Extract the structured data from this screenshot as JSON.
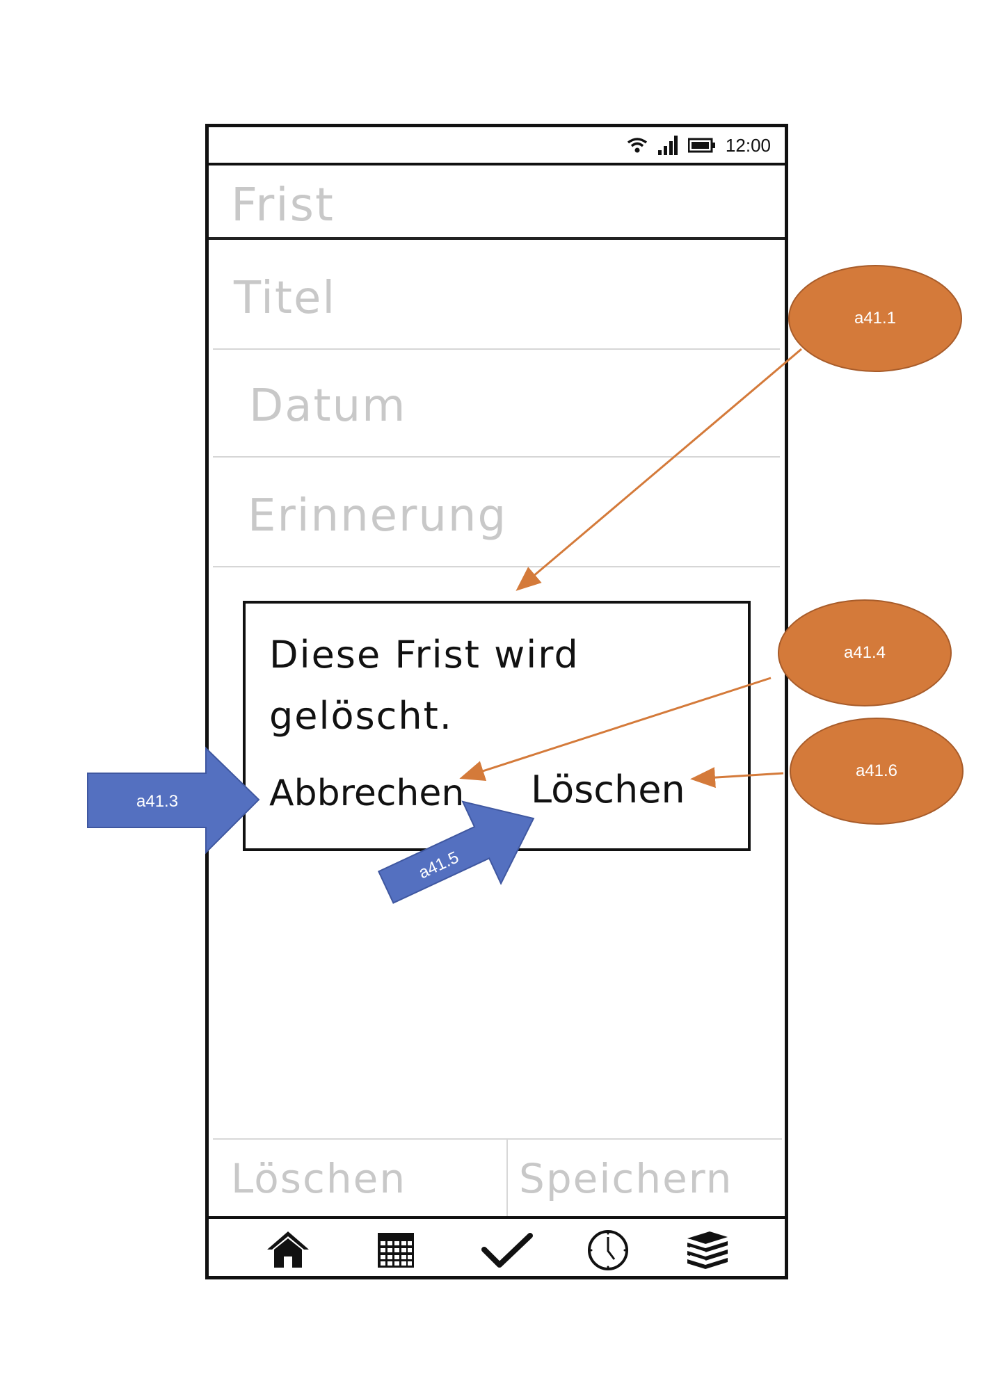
{
  "status_bar": {
    "time": "12:00",
    "icons": [
      "wifi-icon",
      "signal-icon",
      "battery-icon"
    ]
  },
  "app": {
    "title": "Frist"
  },
  "form": {
    "fields": [
      {
        "placeholder": "Titel"
      },
      {
        "placeholder": "Datum"
      },
      {
        "placeholder": "Erinnerung"
      }
    ]
  },
  "dialog": {
    "message": "Diese Frist wird gelöscht.",
    "cancel_label": "Abbrechen",
    "confirm_label": "Löschen"
  },
  "action_bar": {
    "delete_label": "Löschen",
    "save_label": "Speichern"
  },
  "bottom_nav": {
    "items": [
      "home-icon",
      "calendar-icon",
      "check-icon",
      "clock-icon",
      "books-icon"
    ]
  },
  "annotations": {
    "a41_1": "a41.1",
    "a41_3": "a41.3",
    "a41_4": "a41.4",
    "a41_5": "a41.5",
    "a41_6": "a41.6"
  },
  "colors": {
    "annotation_orange": "#d47a3a",
    "annotation_blue": "#5470c0",
    "sketch_light": "#c8c8c8",
    "ink": "#111111"
  }
}
